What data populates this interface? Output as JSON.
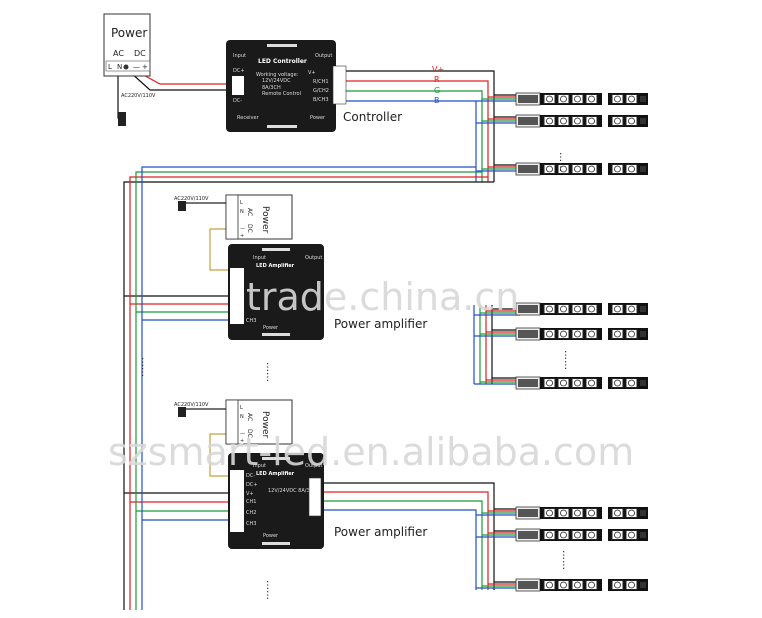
{
  "power_supply": {
    "title": "Power",
    "ac": "AC",
    "dc": "DC",
    "l": "L",
    "n": "N",
    "minus": "—",
    "plus": "+",
    "input_voltage": "AC220V/110V"
  },
  "controller": {
    "name": "LED Controller",
    "caption": "Controller",
    "input": "Input",
    "output": "Output",
    "dc_minus": "DC-",
    "dc_plus": "DC+",
    "spec1": "Working voltage:",
    "spec2": "12V/24VDC",
    "spec3": "8A/3CH",
    "spec4": "Remote Control",
    "receiver": "Receiver",
    "power": "Power",
    "out_v": "V+",
    "out_r": "R/CH1",
    "out_g": "G/CH2",
    "out_b": "B/CH3"
  },
  "wires": {
    "v": "V+",
    "r": "R",
    "g": "G",
    "b": "B"
  },
  "amplifier": {
    "caption": "Power amplifier",
    "name": "LED Amplifier",
    "input": "Input",
    "output": "Output",
    "spec": "12V/24VDC 8A/3CH",
    "power": "Power",
    "dc_plus": "DC+",
    "dc_minus": "DC-",
    "vplus": "V+",
    "ch1": "CH1",
    "ch2": "CH2",
    "ch3": "CH3"
  },
  "ellipsis": "……",
  "watermarks": {
    "wm1": "trade.china.cn",
    "wm2": "szsmart-led.en.alibaba.com"
  },
  "colors": {
    "red": "#e02020",
    "green": "#1a9a3a",
    "blue": "#2050c8",
    "black": "#111111",
    "box": "#1a1a1a"
  }
}
